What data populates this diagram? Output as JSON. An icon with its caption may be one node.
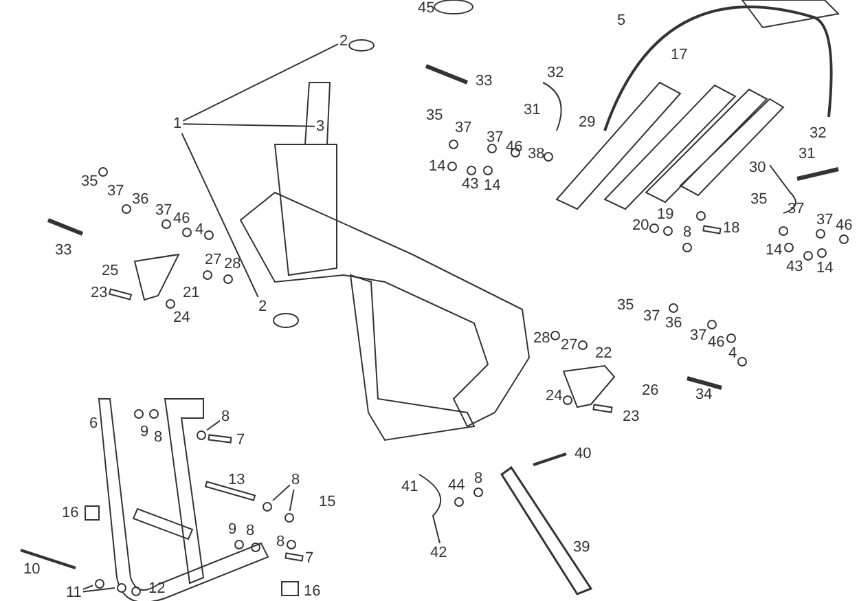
{
  "diagram": {
    "nodes": [
      {
        "text": [
          "1"
        ]
      },
      {
        "text": [
          "2"
        ]
      },
      {
        "text": [
          "3"
        ]
      },
      {
        "text": [
          "2"
        ]
      },
      {
        "text": [
          "8"
        ]
      },
      {
        "text": [
          "8"
        ]
      },
      {
        "text": [
          "11"
        ]
      },
      {
        "text": [],
        "shape": "circle"
      },
      {
        "text": [],
        "shape": "circle"
      },
      {
        "text": [],
        "shape": "circle"
      },
      {
        "text": [],
        "shape": "circle"
      },
      {
        "text": [],
        "shape": "circle"
      }
    ],
    "edges": [
      {
        "from": 0,
        "to": 1,
        "arrow": "none"
      },
      {
        "from": 0,
        "to": 2,
        "arrow": "none"
      },
      {
        "from": 0,
        "to": 3,
        "arrow": "none"
      },
      {
        "from": 4,
        "to": 7,
        "arrow": "none"
      },
      {
        "from": 5,
        "to": 8,
        "arrow": "none"
      },
      {
        "from": 5,
        "to": 9,
        "arrow": "none"
      },
      {
        "from": 6,
        "to": 10,
        "arrow": "none"
      },
      {
        "from": 6,
        "to": 11,
        "arrow": "none"
      }
    ],
    "labels": [
      "45",
      "5",
      "17",
      "32",
      "33",
      "31",
      "29",
      "35",
      "37",
      "37",
      "46",
      "38",
      "14",
      "43",
      "14",
      "32",
      "31",
      "30",
      "35",
      "37",
      "36",
      "37",
      "46",
      "4",
      "33",
      "25",
      "27",
      "28",
      "19",
      "20",
      "8",
      "18",
      "35",
      "37",
      "37",
      "46",
      "14",
      "43",
      "14",
      "23",
      "21",
      "24",
      "35",
      "37",
      "36",
      "37",
      "46",
      "4",
      "28",
      "27",
      "22",
      "24",
      "26",
      "34",
      "23",
      "6",
      "9",
      "8",
      "7",
      "40",
      "13",
      "15",
      "41",
      "44",
      "8",
      "16",
      "9",
      "8",
      "8",
      "7",
      "10",
      "12",
      "16",
      "42",
      "39"
    ]
  }
}
